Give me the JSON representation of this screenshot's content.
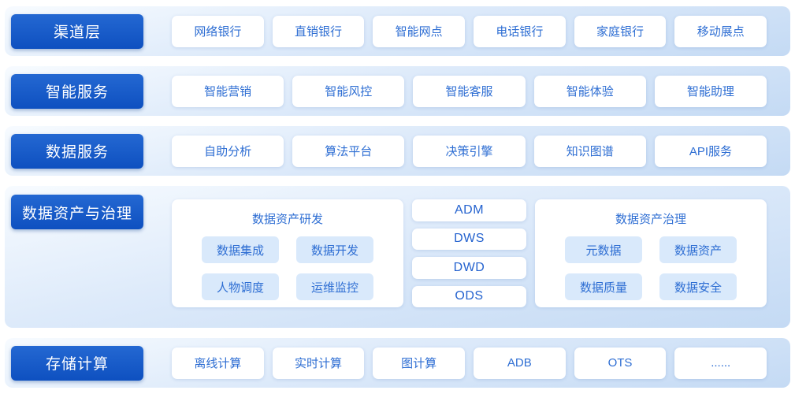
{
  "colors": {
    "layer_label_bg": "#1257c5",
    "layer_label_text": "#ffffff",
    "chip_bg": "#ffffff",
    "chip_text": "#2e6ed3",
    "sub_chip_bg": "#d9e9fb",
    "band_gradient_top": "#f7fbff",
    "band_gradient_bottom": "#c4daf4",
    "page_bg": "#ffffff"
  },
  "rows": [
    {
      "label": "渠道层",
      "items": [
        "网络银行",
        "直销银行",
        "智能网点",
        "电话银行",
        "家庭银行",
        "移动展点"
      ]
    },
    {
      "label": "智能服务",
      "items": [
        "智能营销",
        "智能风控",
        "智能客服",
        "智能体验",
        "智能助理"
      ]
    },
    {
      "label": "数据服务",
      "items": [
        "自助分析",
        "算法平台",
        "决策引擎",
        "知识图谱",
        "API服务"
      ]
    },
    {
      "label": "数据资产与治理"
    },
    {
      "label": "存储计算",
      "items": [
        "离线计算",
        "实时计算",
        "图计算",
        "ADB",
        "OTS",
        "......"
      ]
    }
  ],
  "governance": {
    "dev_panel": {
      "title": "数据资产研发",
      "items": [
        "数据集成",
        "数据开发",
        "人物调度",
        "运维监控"
      ]
    },
    "dw_layers": [
      "ADM",
      "DWS",
      "DWD",
      "ODS"
    ],
    "gov_panel": {
      "title": "数据资产治理",
      "items": [
        "元数据",
        "数据资产",
        "数据质量",
        "数据安全"
      ]
    }
  }
}
